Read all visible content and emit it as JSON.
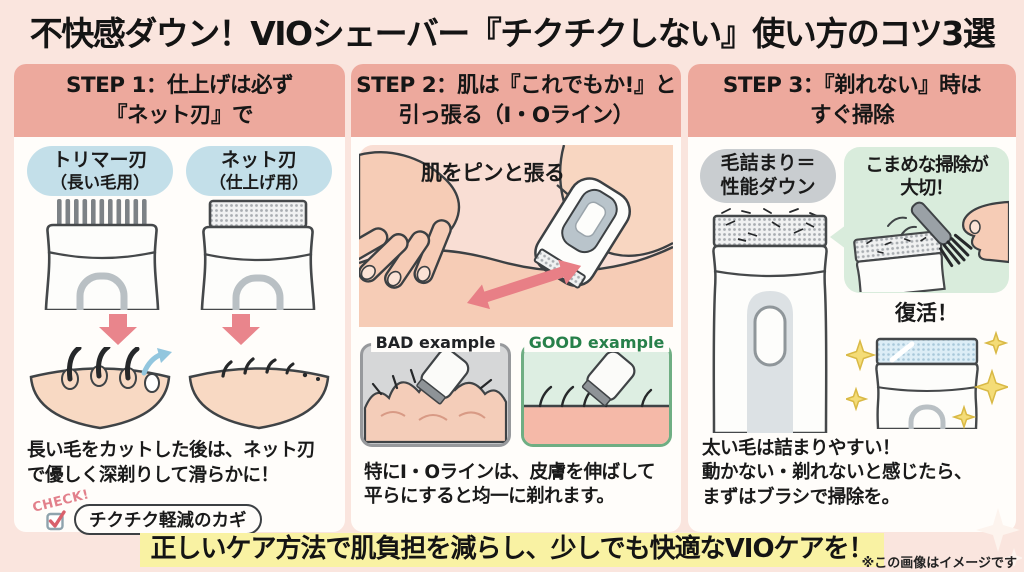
{
  "title": "不快感ダウン！VIOシェーバー『チクチクしない』使い方のコツ3選",
  "steps": [
    {
      "header": "STEP 1：仕上げは必ず\n『ネット刃』で",
      "blade_labels": [
        {
          "name": "トリマー刃",
          "use": "（長い毛用）"
        },
        {
          "name": "ネット刃",
          "use": "（仕上げ用）"
        }
      ],
      "body": "長い毛をカットした後は、ネット刃\nで優しく深剃りして滑らかに！",
      "check_label": "CHECK!",
      "check_bubble": "チクチク軽減のカギ"
    },
    {
      "header": "STEP 2：肌は『これでもか!』と\n引っ張る（I・Oライン）",
      "illustration_caption": "肌をピンと張る",
      "example_labels": {
        "bad": "BAD example",
        "good": "GOOD example"
      },
      "body": "特にI・Oラインは、皮膚を伸ばして\n平らにすると均一に剃れます。"
    },
    {
      "header": "STEP 3：『剃れない』時は\nすぐ掃除",
      "bubble_left": "毛詰まり＝\n性能ダウン",
      "bubble_right": "こまめな掃除が\n大切！",
      "revival": "復活！",
      "body": "太い毛は詰まりやすい！\n動かない・剃れないと感じたら、\nまずはブラシで掃除を。"
    }
  ],
  "footer": {
    "message": "正しいケア方法で肌負担を減らし、少しでも快適なVIOケアを！",
    "note": "※この画像はイメージです"
  },
  "colors": {
    "background": "#fae5de",
    "step_header": "#eda99d",
    "panel": "#fffdfa",
    "blue_label": "#c3dfe9",
    "gray_label": "#c9cdd0",
    "green_label": "#d9ecdc",
    "good_green": "#27804a",
    "highlight_yellow": "#f9f2a3",
    "arrow_pink": "#e9858c",
    "arrow_red": "#e87f86",
    "check_pink": "#e2808b",
    "skin": "#f6ccb6",
    "star_yellow": "#f4dc77"
  }
}
